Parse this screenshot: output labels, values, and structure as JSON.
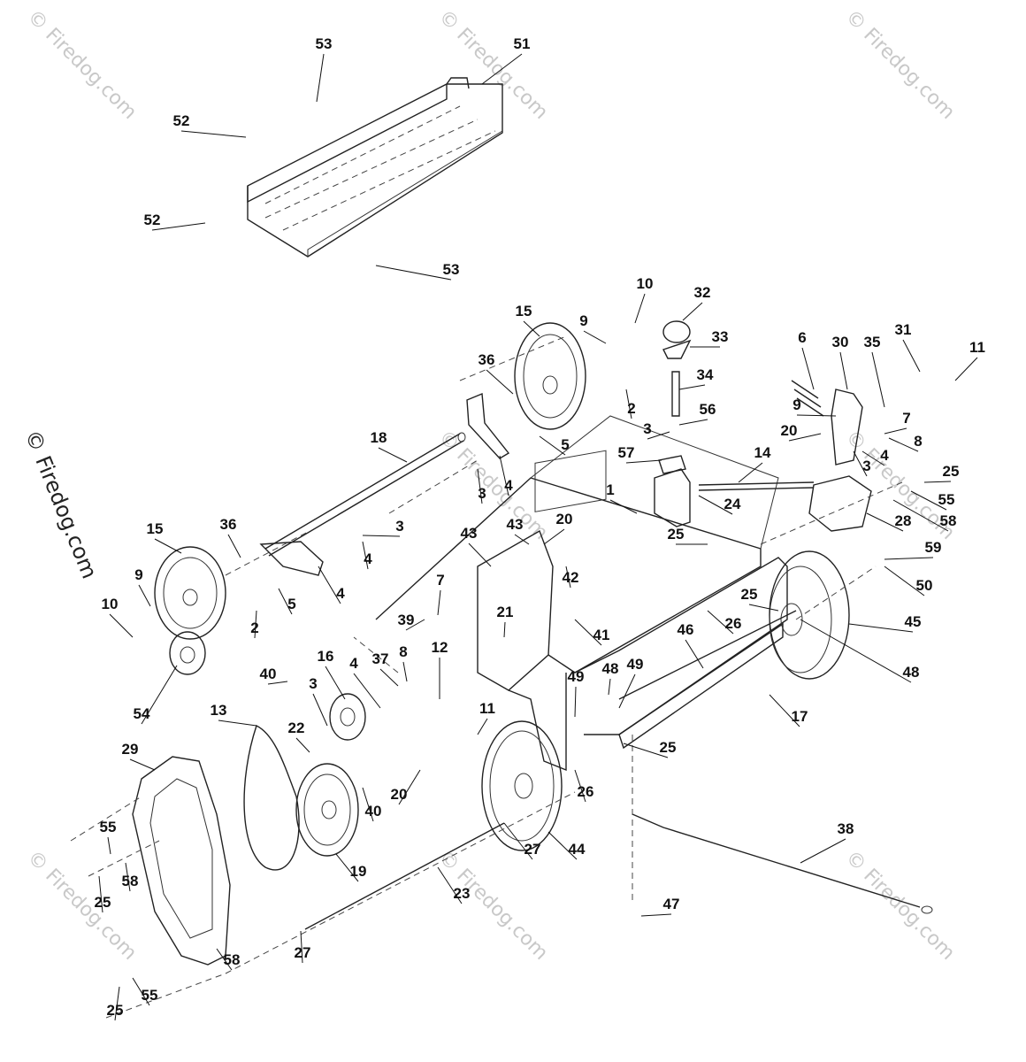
{
  "watermark": {
    "text": "© Firedog.com",
    "side_text": "© Firedog.com"
  },
  "callouts": [
    "53",
    "51",
    "52",
    "52",
    "53",
    "10",
    "32",
    "33",
    "9",
    "15",
    "34",
    "36",
    "2",
    "56",
    "3",
    "5",
    "6",
    "30",
    "35",
    "31",
    "11",
    "9",
    "20",
    "7",
    "8",
    "4",
    "3",
    "18",
    "57",
    "14",
    "25",
    "55",
    "58",
    "24",
    "28",
    "1",
    "4",
    "3",
    "15",
    "36",
    "3",
    "4",
    "20",
    "43",
    "43",
    "42",
    "25",
    "59",
    "50",
    "9",
    "10",
    "5",
    "4",
    "2",
    "7",
    "39",
    "41",
    "21",
    "25",
    "26",
    "45",
    "46",
    "48",
    "16",
    "4",
    "37",
    "8",
    "40",
    "3",
    "12",
    "11",
    "48",
    "49",
    "17",
    "54",
    "13",
    "29",
    "22",
    "49",
    "25",
    "20",
    "40",
    "26",
    "55",
    "58",
    "25",
    "19",
    "27",
    "44",
    "38",
    "23",
    "47",
    "58",
    "27",
    "25",
    "55"
  ]
}
